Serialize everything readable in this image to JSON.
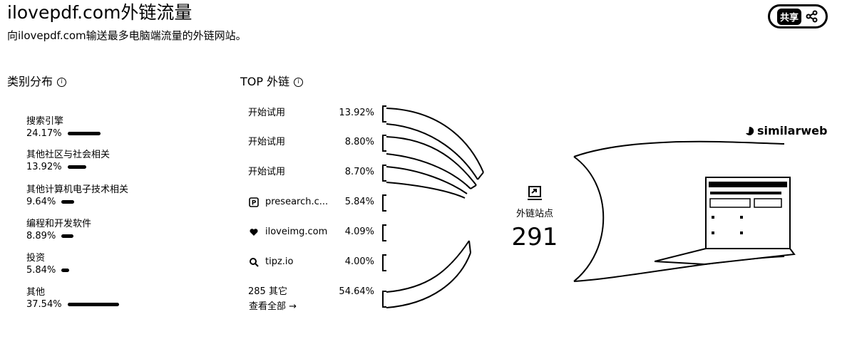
{
  "header": {
    "title": "ilovepdf.com外链流量",
    "subtitle": "向ilovepdf.com输送最多电脑端流量的外链网站。",
    "share_label": "共享"
  },
  "categories": {
    "title": "类别分布",
    "items": [
      {
        "name": "搜索引擎",
        "pct": "24.17%",
        "value": 24.17
      },
      {
        "name": "其他社区与社会相关",
        "pct": "13.92%",
        "value": 13.92
      },
      {
        "name": "其他计算机电子技术相关",
        "pct": "9.64%",
        "value": 9.64
      },
      {
        "name": "编程和开发软件",
        "pct": "8.89%",
        "value": 8.89
      },
      {
        "name": "投资",
        "pct": "5.84%",
        "value": 5.84
      },
      {
        "name": "其他",
        "pct": "37.54%",
        "value": 37.54
      }
    ]
  },
  "top_referrals": {
    "title": "TOP 外链",
    "items": [
      {
        "label": "开始试用",
        "pct": "13.92%",
        "icon": ""
      },
      {
        "label": "开始试用",
        "pct": "8.80%",
        "icon": ""
      },
      {
        "label": "开始试用",
        "pct": "8.70%",
        "icon": ""
      },
      {
        "label": "presearch.c...",
        "pct": "5.84%",
        "icon": "presearch-icon"
      },
      {
        "label": "iloveimg.com",
        "pct": "4.09%",
        "icon": "heart-icon"
      },
      {
        "label": "tipz.io",
        "pct": "4.00%",
        "icon": "search-icon"
      },
      {
        "label": "285 其它",
        "pct": "54.64%",
        "icon": ""
      }
    ],
    "view_all": "查看全部 →"
  },
  "summary": {
    "label": "外链站点",
    "count": "291"
  },
  "brand": {
    "name": "similarweb",
    "icon": "similarweb-logo-icon"
  }
}
